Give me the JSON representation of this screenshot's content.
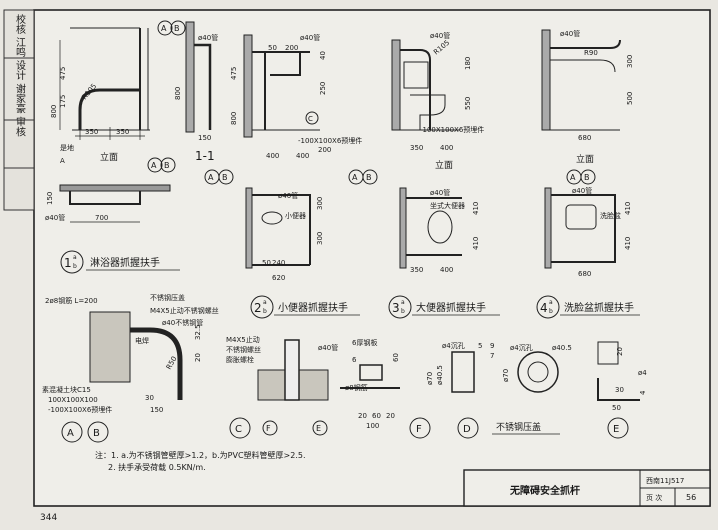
{
  "sidebar": {
    "text": "校核 江鸣 设计 谢家豪 审核"
  },
  "title_block": {
    "title": "无障碍安全抓杆",
    "code_label": "西南11J517",
    "page_label": "页 次",
    "page_no": "56"
  },
  "page_number": "344",
  "labels": {
    "elevation": "立面",
    "section": "1-1",
    "pipe40": "ø40管",
    "pipe40_ss": "ø40不锈钢管",
    "embed": "-100X100X6预埋件",
    "bath_title": "淋浴器抓握扶手",
    "urinal_title": "小便器抓握扶手",
    "toilet_title": "大便器抓握扶手",
    "basin_title": "洗脸盆抓握扶手",
    "urinal": "小便器",
    "toilet": "坐式大便器",
    "basin": "洗脸盆",
    "rebar": "2ø8钢筋 L=200",
    "ss_cover": "不锈钢压盖",
    "bolt_ss": "M4X5止动不锈钢螺丝",
    "weld": "电焊",
    "concrete": "素混凝土块C15",
    "block": "100X100X100",
    "bolt_m4": "M4X5止动",
    "bolt_m4b": "不锈钢螺丝",
    "expansion": "膨胀螺栓",
    "plate": "6厚钢板",
    "bar8": "ø8钢筋",
    "hole4": "ø4沉孔",
    "cover_name": "不锈钢压盖",
    "note1": "注：1. a.为不锈钢管壁厚>1.2，b.为PVC塑料管壁厚>2.5.",
    "note2": "2. 扶手承受荷载 0.5KN/m."
  },
  "circles": [
    "A",
    "B",
    "C",
    "D",
    "E",
    "F"
  ],
  "details": {
    "d1": {
      "num": "1",
      "sup": "a",
      "sub": "b"
    },
    "d2": {
      "num": "2",
      "sup": "a",
      "sub": "b"
    },
    "d3": {
      "num": "3",
      "sup": "a",
      "sub": "b"
    },
    "d4": {
      "num": "4",
      "sup": "a",
      "sub": "b"
    }
  },
  "dims": {
    "d350": "350",
    "d700": "700",
    "d800": "800",
    "d475": "475",
    "d175": "175",
    "d150": "150",
    "d400": "400",
    "d200": "200",
    "d50": "50",
    "d250": "250",
    "d300": "300",
    "d680": "680",
    "d500": "500",
    "d620": "620",
    "d240": "240",
    "d410": "410",
    "d180": "180",
    "d550": "550",
    "d20": "20",
    "d30": "30",
    "d325": "32.5",
    "d6": "6",
    "d7": "7",
    "d5": "5",
    "d9": "9",
    "d60": "60",
    "d100": "100",
    "d40": "40",
    "d70": "70",
    "d405": "40.5",
    "d4": "4",
    "r90": "R90",
    "r105": "R105",
    "r50": "R50",
    "phi4": "ø4",
    "phi70": "ø70",
    "phi405": "ø40.5",
    "phi40": "ø40",
    "floor": "是地"
  }
}
